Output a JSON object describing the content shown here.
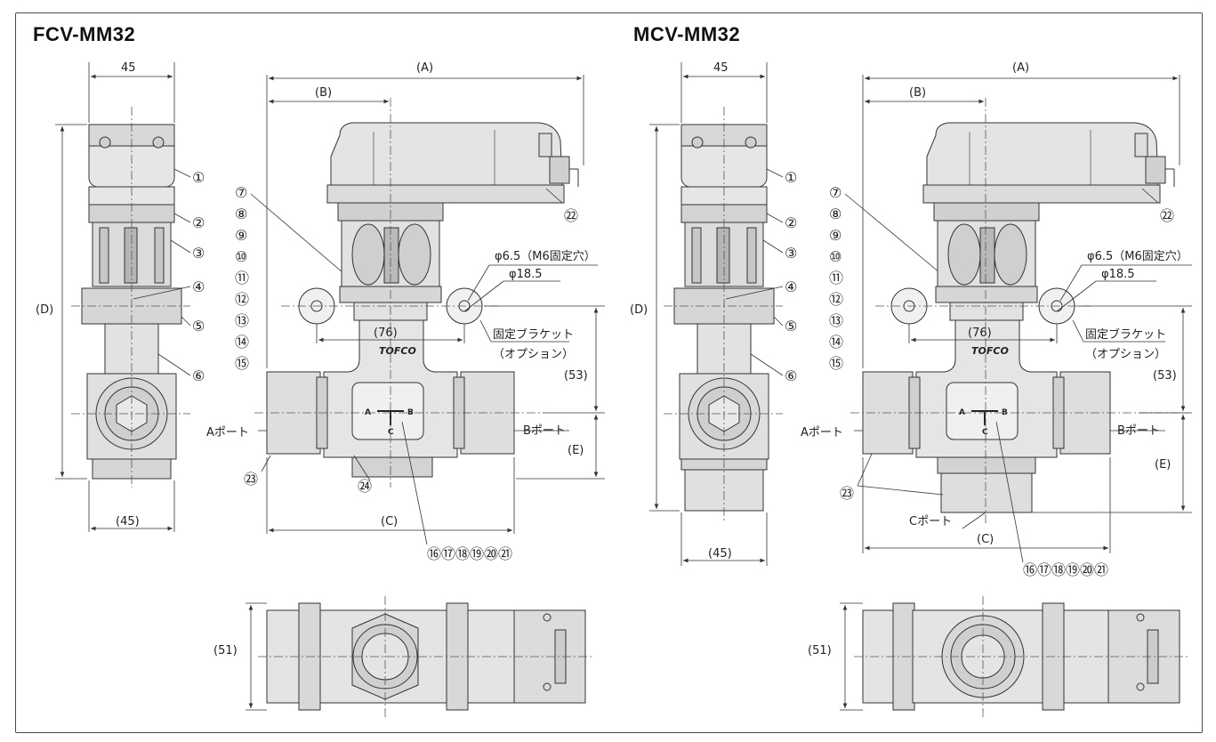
{
  "titles": {
    "left": "FCV-MM32",
    "right": "MCV-MM32"
  },
  "dims": {
    "w45": "45",
    "w45p": "(45)",
    "A": "(A)",
    "B": "(B)",
    "C": "(C)",
    "D": "(D)",
    "E": "(E)",
    "d53": "(53)",
    "d76": "(76)",
    "d51": "(51)"
  },
  "labels": {
    "hole": "φ6.5（M6固定穴）",
    "hole2": "φ18.5",
    "bracket": "固定ブラケット",
    "option": "（オプション）",
    "port_a": "Aポート",
    "port_b": "Bポート",
    "port_c": "Cポート",
    "logo": "TOFCO",
    "marker_a": "A",
    "marker_b": "B",
    "marker_c": "C"
  },
  "parts": {
    "p1": "①",
    "p2": "②",
    "p3": "③",
    "p4": "④",
    "p5": "⑤",
    "p6": "⑥",
    "p7": "⑦",
    "p8": "⑧",
    "p9": "⑨",
    "p10": "⑩",
    "p11": "⑪",
    "p12": "⑫",
    "p13": "⑬",
    "p14": "⑭",
    "p15": "⑮",
    "p16_21": "⑯⑰⑱⑲⑳㉑",
    "p22": "㉒",
    "p23": "㉓",
    "p24": "㉔"
  }
}
